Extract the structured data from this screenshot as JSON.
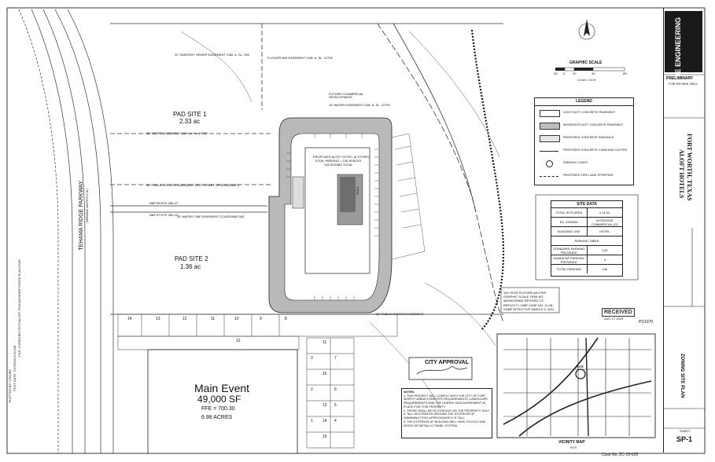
{
  "drawing": {
    "pad_site_1_label": "PAD SITE 1",
    "pad_site_1_area": "2.33 ac",
    "pad_site_2_label": "PAD SITE 2",
    "pad_site_2_area": "1.36 ac",
    "parkway_label": "TEHAMA RIDGE PARKWAY",
    "parkway_sub": "(VARIABLE WIDTH R.O.W.)",
    "hotel_label": "PROPOSED ALOFT HOTEL (5 STORY)",
    "hotel_parking": "TOTAL PARKING = 136 SPACES",
    "hotel_rooms": "136 ROOMS TOTAL",
    "pool_label": "POOL",
    "main_event_name": "Main Event",
    "main_event_sf": "49,000 SF",
    "main_event_ffe": "FFE = 700.30",
    "main_event_acres": "6.98 ACRES",
    "future_dev": "FUTURE COMMERCIAL DEVELOPMENT",
    "sanitary_easement": "20' SANITARY SEWER EASEMENT CAB. A, SL. 298",
    "floodplain_easement": "FLOODPLAIN EASEMENT CAB. A, SL. 12792",
    "water_easement_15": "15' WATER EASEMENT CAB. A, SL. 12792",
    "water_easement_15b": "15' WATER EASEMENT CAB. A, SL. 12792",
    "public_access_easement": "30' PUBLIC ACCESS EASEMENT (NOT A PART OF BOUNDARY)",
    "water_line_easement": "30' WATER LINE EASEMENT CC#D205367443",
    "public_access_easement_b": "30' PUBLIC ACCESS EASEMENT",
    "bearing_1": "N89°09'26\"E 288.27'",
    "bearing_2": "N89°07'25\"E 289.22'",
    "floodplain_note": "100 YEAR FLOODPLAIN PER GRAPHIC SCALE FIRM NO. 48439C0080K REVISED TO REFLECT LOMR CASE NO. 11-06-0188P EFFECTIVE MARCH 8, 2011",
    "stalls": [
      "14",
      "13",
      "12",
      "11",
      "10",
      "9",
      "8",
      "7",
      "6",
      "5",
      "4",
      "3",
      "2",
      "1",
      "12",
      "11",
      "16",
      "13",
      "14",
      "15"
    ],
    "received_stamp": "RECEIVED",
    "received_date": "AUG 17 2015",
    "pd_number": "PD1079",
    "case_number": "ZC-15-025"
  },
  "legend": {
    "title": "LEGEND",
    "items": [
      {
        "label": "LIGHT DUTY CONCRETE PAVEMENT",
        "swatch": "#ffffff"
      },
      {
        "label": "MODERATE DUTY CONCRETE PAVEMENT",
        "swatch": "#bdbdbd"
      },
      {
        "label": "PROPOSED CONCRETE SIDEWALK",
        "swatch": "#e6e6e6"
      },
      {
        "label": "PROPOSED CONCRETE CURB AND GUTTER",
        "swatch": "line"
      },
      {
        "label": "PARKING COUNT",
        "swatch": "circle"
      },
      {
        "label": "PROPOSED FIRE LANE STRIPPING",
        "swatch": "fl"
      }
    ]
  },
  "graphic_scale": {
    "title": "GRAPHIC SCALE",
    "ticks": [
      "40",
      "0",
      "20",
      "40",
      "80"
    ],
    "note": "1 inch = 40 ft."
  },
  "site_data": {
    "title": "SITE DATA",
    "rows": [
      [
        "TOTAL SITE AREA",
        "4.14 AC"
      ],
      [
        "EX. ZONING",
        "INTENSIVE COMMERCIAL (G)"
      ],
      [
        "BUILDING USE",
        "HOTEL"
      ],
      [
        "PARKING TABLE",
        ""
      ],
      [
        "STANDARD PARKING PROVIDED",
        "133"
      ],
      [
        "HANDICAP PARKING PROVIDED",
        "3"
      ],
      [
        "TOTAL PARKING",
        "136"
      ]
    ]
  },
  "city_approval": {
    "title": "CITY APPROVAL"
  },
  "notes": {
    "title": "NOTES:",
    "items": [
      "1. THIS PROJECT WILL COMPLY WITH THE CITY OF FORT WORTH URBAN FORESTRY REQUIREMENTS, LANDSCAPE REQUIREMENTS AND THE UNIFIED SIGN AGREEMENT IN PLACE FOR THIS PROPERTY.",
      "2. THERE SHALL BE NO FENCING ON THE PROPERTY ONLY 4' TALL DECORATIVE AROUND THE EXTERIOR OF SWIMMING POOL APPROXIMATELY 8' TALL.",
      "3. THE EXTERIOR OF BUILDING WILL HAVE STUCCO AND WOOD OR METALLIC PANEL SYSTEM."
    ]
  },
  "vicinity_map": {
    "title": "VICINITY MAP",
    "scale": "NTS",
    "site_label": "SITE"
  },
  "title_block": {
    "firm_name": "CLAYMOORE ENGINEERING",
    "preliminary": "PRELIMINARY",
    "preliminary_sub": "FOR REVIEW ONLY",
    "project_name": "ALOFT HOTELS",
    "project_city": "FORT WORTH, TEXAS",
    "sheet_title": "ZONING SITE PLAN",
    "sheet_label": "SHEET",
    "sheet_number": "SP-1"
  },
  "plot_info": {
    "plotted_by": "PLOTTED BY: VTAUBE",
    "plot_date": "PLOT DATE: 7/27/2015 8:41 AM",
    "plot_file": "FILE:  H:\\PROJECTS\\TX\\ALOFT FW\\CAD\\SHEETS\\SITE PLAN.DWG"
  },
  "case_footer": "Case No. ZC-15-025"
}
